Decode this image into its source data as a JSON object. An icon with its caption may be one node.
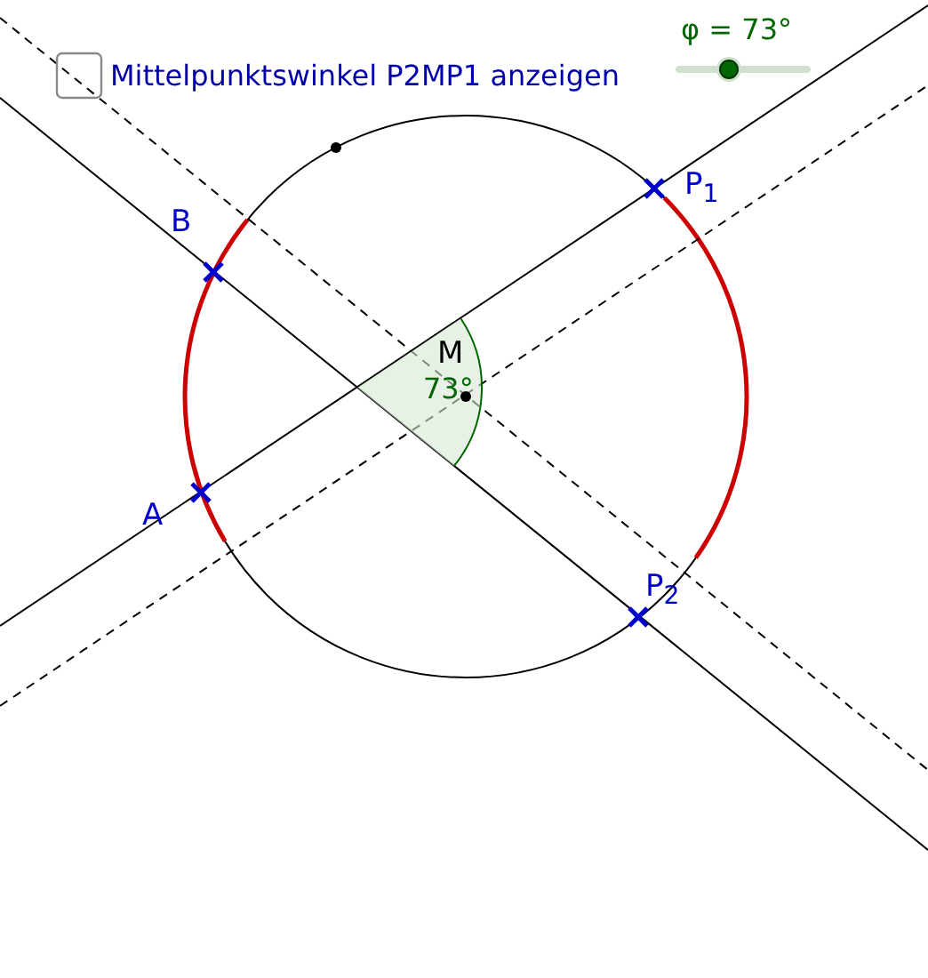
{
  "diagram": {
    "labels": [
      "Mittelpunktswinkel P2MP1 anzeigen",
      "φ = 73°",
      "P$_{1}$",
      "B",
      "M",
      "73°",
      "A",
      "P$_{2}$"
    ]
  }
}
